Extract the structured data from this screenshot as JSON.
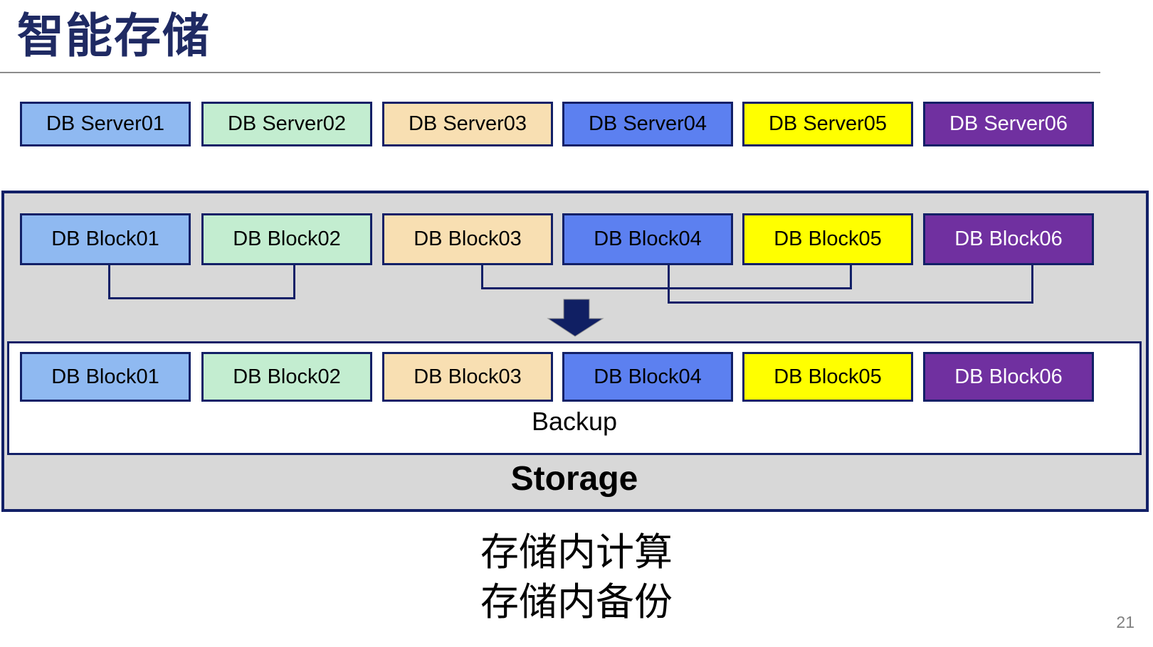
{
  "slide": {
    "title": "智能存储",
    "page_number": "21",
    "caption_line1": "存储内计算",
    "caption_line2": "存储内备份"
  },
  "palette": [
    {
      "name": "light-blue",
      "bg": "#8FB9F1",
      "text": "#000000"
    },
    {
      "name": "light-green",
      "bg": "#C3EDD0",
      "text": "#000000"
    },
    {
      "name": "wheat",
      "bg": "#F8DFB2",
      "text": "#000000"
    },
    {
      "name": "blue",
      "bg": "#5C80F0",
      "text": "#000000"
    },
    {
      "name": "yellow",
      "bg": "#FFFF00",
      "text": "#000000"
    },
    {
      "name": "purple",
      "bg": "#7030A0",
      "text": "#FFFFFF"
    }
  ],
  "servers": [
    "DB Server01",
    "DB Server02",
    "DB Server03",
    "DB Server04",
    "DB Server05",
    "DB Server06"
  ],
  "storage": {
    "label": "Storage",
    "backup_label": "Backup",
    "top_blocks": [
      "DB Block01",
      "DB Block02",
      "DB Block03",
      "DB Block04",
      "DB Block05",
      "DB Block06"
    ],
    "backup_blocks": [
      "DB Block01",
      "DB Block02",
      "DB Block03",
      "DB Block04",
      "DB Block05",
      "DB Block06"
    ],
    "connections": [
      [
        "DB Block01",
        "DB Block02"
      ],
      [
        "DB Block03",
        "DB Block05"
      ],
      [
        "DB Block04",
        "DB Block06"
      ]
    ]
  },
  "colors": {
    "title_navy": "#1F2A63",
    "border_navy": "#122067",
    "container_gray": "#D8D8D8",
    "divider_gray": "#8C8C8C",
    "arrow_navy": "#101F63",
    "page_gray": "#808080"
  }
}
